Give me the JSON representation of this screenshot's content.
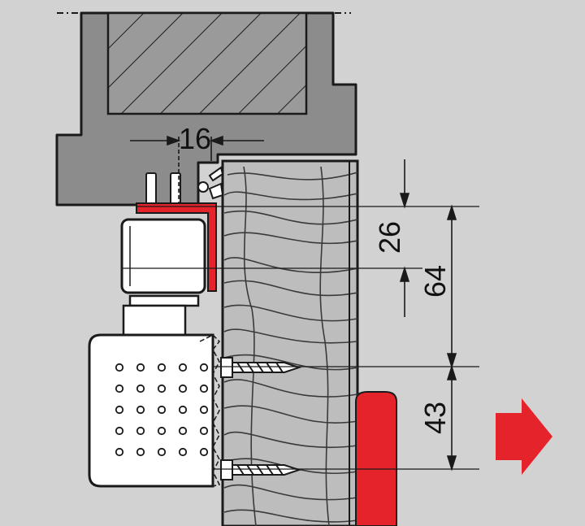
{
  "colors": {
    "background": "#d2d2d2",
    "frame": "#8c8c8c",
    "outline": "#1a1a1a",
    "accent_red": "#e5232b",
    "wood": "#bdbdbd",
    "closer_body": "#ffffff"
  },
  "dimensions": {
    "offset_horizontal": "16",
    "offset_top": "26",
    "height_overall": "64",
    "screw_spacing": "43"
  },
  "icons": {
    "direction": "arrow-right-icon"
  }
}
